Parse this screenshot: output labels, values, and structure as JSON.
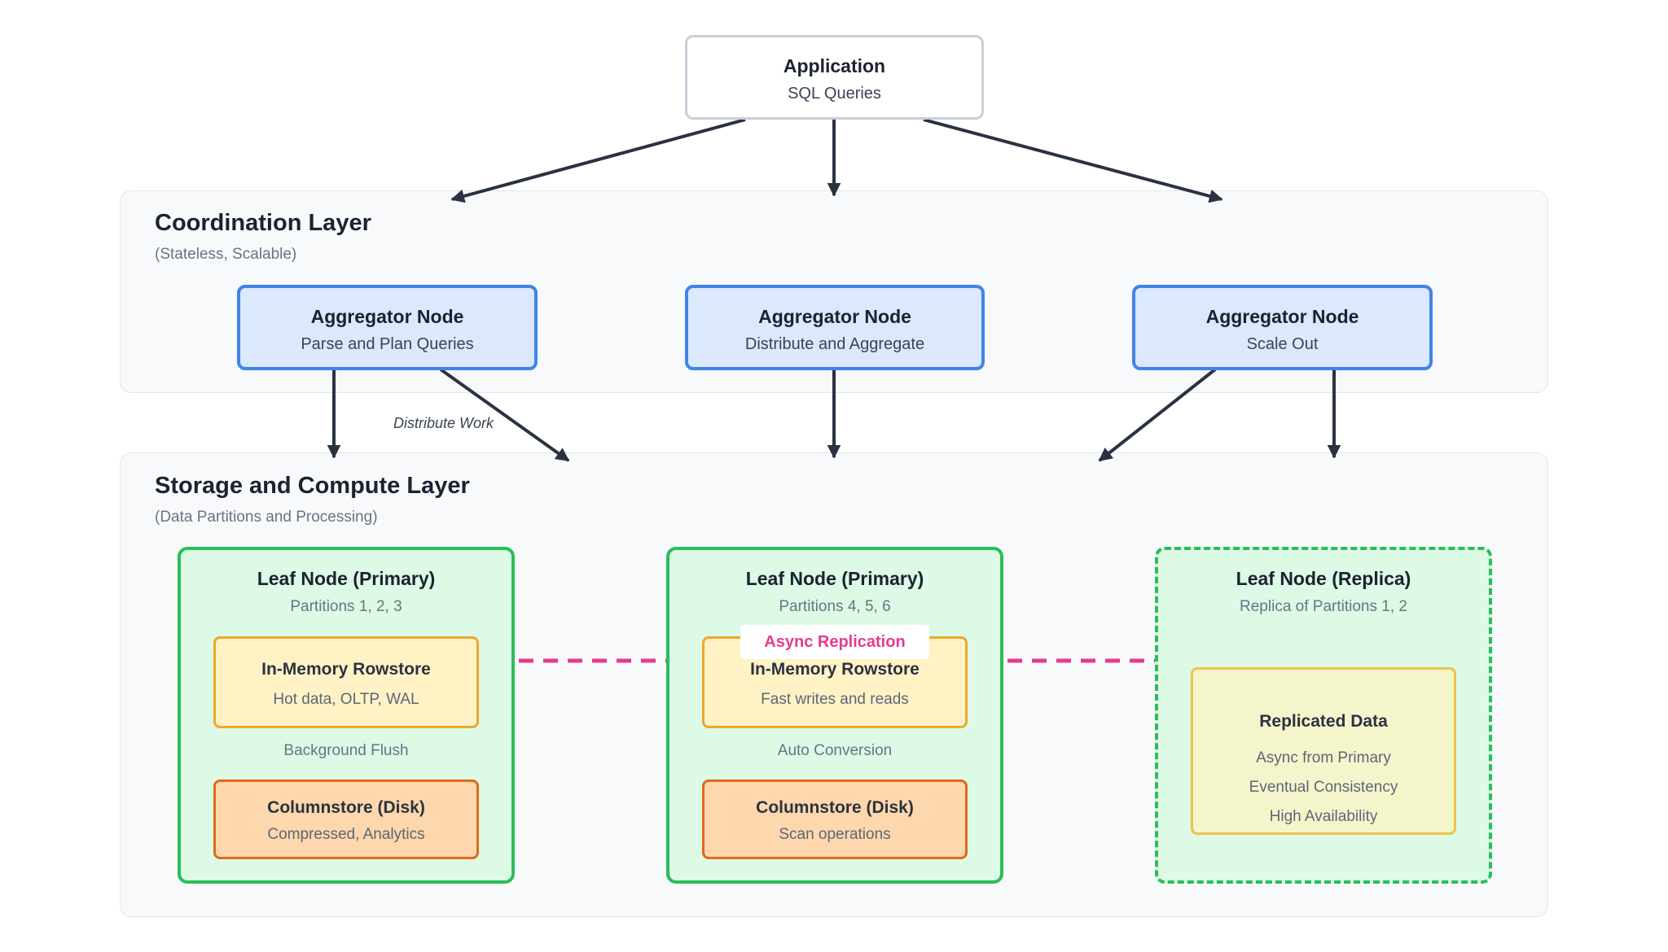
{
  "application": {
    "title": "Application",
    "subtitle": "SQL Queries"
  },
  "coordination": {
    "title": "Coordination Layer",
    "subtitle": "(Stateless, Scalable)",
    "aggregators": [
      {
        "title": "Aggregator Node",
        "subtitle": "Parse and Plan Queries"
      },
      {
        "title": "Aggregator Node",
        "subtitle": "Distribute and Aggregate"
      },
      {
        "title": "Aggregator Node",
        "subtitle": "Scale Out"
      }
    ],
    "edge_label": "Distribute Work"
  },
  "storage": {
    "title": "Storage and Compute Layer",
    "subtitle": "(Data Partitions and Processing)",
    "leaves": [
      {
        "title": "Leaf Node (Primary)",
        "subtitle": "Partitions 1, 2, 3",
        "rowstore": {
          "title": "In-Memory Rowstore",
          "subtitle": "Hot data, OLTP, WAL"
        },
        "flow_label": "Background Flush",
        "columnstore": {
          "title": "Columnstore (Disk)",
          "subtitle": "Compressed, Analytics"
        }
      },
      {
        "title": "Leaf Node (Primary)",
        "subtitle": "Partitions 4, 5, 6",
        "rowstore": {
          "title": "In-Memory Rowstore",
          "subtitle": "Fast writes and reads"
        },
        "flow_label": "Auto Conversion",
        "columnstore": {
          "title": "Columnstore (Disk)",
          "subtitle": "Scan operations"
        }
      },
      {
        "title": "Leaf Node (Replica)",
        "subtitle": "Replica of Partitions 1, 2",
        "replicated": {
          "title": "Replicated Data",
          "lines": [
            "Async from Primary",
            "Eventual Consistency",
            "High Availability"
          ]
        }
      }
    ],
    "replication_label": "Async Replication"
  },
  "colors": {
    "arrow": "#2a3242",
    "replication": "#e53b93",
    "aggregator_border": "#3f84e9",
    "leaf_border": "#2bbd5a"
  }
}
